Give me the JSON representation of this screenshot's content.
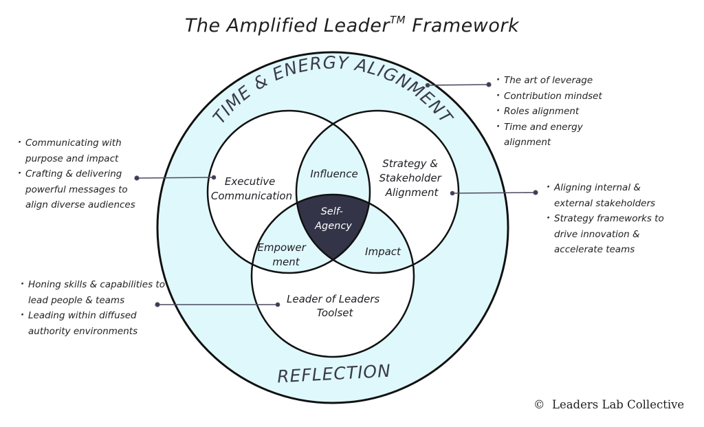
{
  "title": {
    "main": "The Amplified Leader",
    "trademark": "TM",
    "suffix": "Framework"
  },
  "colors": {
    "ring_fill": "#dff8fb",
    "intersection_fill": "#dff8fb",
    "center_fill": "#343448",
    "outline": "#111111",
    "connector": "#4a4a60",
    "ring_text": "#3a3a4c"
  },
  "outer_ring": {
    "top_label": "TIME & ENERGY ALIGNMENT",
    "bottom_label": "REFLECTION"
  },
  "circles": {
    "left": [
      "Executive",
      "Communication"
    ],
    "right": [
      "Strategy &",
      "Stakeholder",
      "Alignment"
    ],
    "bottom": [
      "Leader of Leaders",
      "Toolset"
    ]
  },
  "intersections": {
    "left_right": "Influence",
    "left_bottom": [
      "Empower",
      "ment"
    ],
    "right_bottom": "Impact",
    "center": [
      "Self-",
      "Agency"
    ]
  },
  "notes": {
    "time_energy": {
      "items": [
        "The art of leverage",
        "Contribution mindset",
        "Roles alignment",
        "Time and energy alignment"
      ]
    },
    "executive_communication": {
      "items": [
        "Communicating with purpose and impact",
        "Crafting & delivering powerful messages to align diverse audiences"
      ]
    },
    "strategy_alignment": {
      "items": [
        "Aligning internal & external stakeholders",
        "Strategy frameworks to drive innovation & accelerate teams"
      ]
    },
    "leader_of_leaders": {
      "items": [
        "Honing skills & capabilities to lead people & teams",
        "Leading within diffused authority environments"
      ]
    }
  },
  "copyright": {
    "symbol": "©",
    "owner": "Leaders Lab Collective"
  }
}
